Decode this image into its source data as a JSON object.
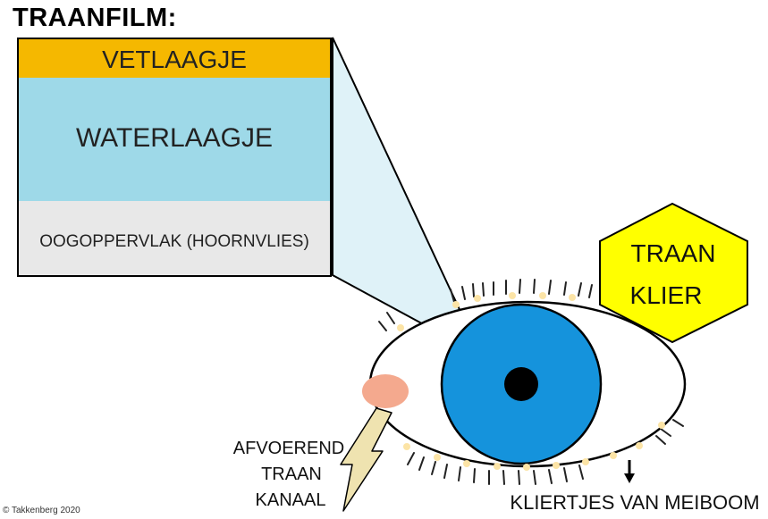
{
  "title": "TRAANFILM:",
  "layers": {
    "lipid": "VETLAAGJE",
    "water": "WATERLAAGJE",
    "surface": "OOGOPPERVLAK (HOORNVLIES)"
  },
  "tear_gland": {
    "line1": "TRAAN",
    "line2": "KLIER"
  },
  "drain_duct": {
    "line1": "AFVOEREND",
    "line2": "TRAAN",
    "line3": "KANAAL"
  },
  "meibomian_label": "KLIERTJES VAN MEIBOOM",
  "copyright": "© Takkenberg 2020",
  "colors": {
    "lipid": "#f5b800",
    "water": "#9ed9e8",
    "surface": "#e8e8e8",
    "iris": "#1593dc",
    "gland": "#ffff00",
    "caruncle": "#f4a98e",
    "duct": "#efe3b0",
    "gland_dot": "#fce4a6"
  }
}
